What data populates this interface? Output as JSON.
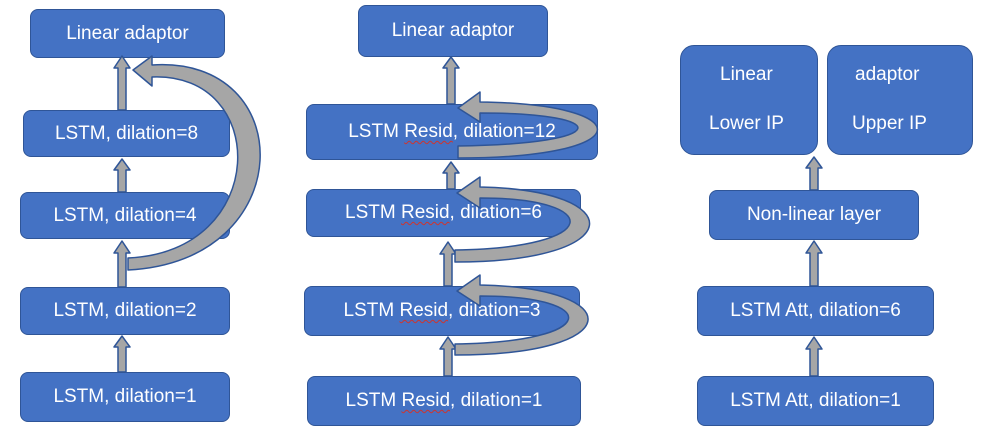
{
  "colors": {
    "box_fill": "#4472c4",
    "box_border": "#2f5597",
    "arrow_fill": "#a6a6a6",
    "arrow_stroke": "#2f5597",
    "text": "#ffffff",
    "spellcheck_underline": "#d0342c"
  },
  "left_stack": {
    "top": "Linear adaptor",
    "layer8": "LSTM, dilation=8",
    "layer4": "LSTM, dilation=4",
    "layer2": "LSTM, dilation=2",
    "layer1": "LSTM, dilation=1"
  },
  "middle_stack": {
    "top": "Linear adaptor",
    "word_lstm": "LSTM",
    "word_resid": "Resid",
    "suffix12": ", dilation=12",
    "suffix6": ", dilation=6",
    "suffix3": ", dilation=3",
    "suffix1": ", dilation=1"
  },
  "right_stack": {
    "linear": "Linear",
    "adaptor": "adaptor",
    "lower_ip": "Lower IP",
    "upper_ip": "Upper IP",
    "nonlinear": "Non-linear layer",
    "att6": "LSTM Att, dilation=6",
    "att1": "LSTM Att, dilation=1"
  }
}
